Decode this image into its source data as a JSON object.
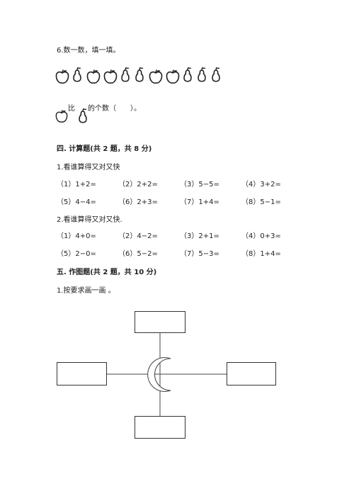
{
  "q6": {
    "title": "6.数一数，填一填。",
    "fruit_row": [
      "apple",
      "pear",
      "apple",
      "apple",
      "pear",
      "pear",
      "apple",
      "apple",
      "pear",
      "pear",
      "pear"
    ],
    "compare_bi": "比",
    "compare_tail": "的个数（　　）。"
  },
  "section4": {
    "heading": "四. 计算题(共 2 题，共 8 分)",
    "q1": {
      "title": "1.看谁算得又对又快",
      "rows": [
        [
          "（1）1+2=",
          "（2）2+2=",
          "（3）5−5=",
          "（4）3+2="
        ],
        [
          "（5）4−4=",
          "（6）2+3=",
          "（7）1+4=",
          "（8）5−1="
        ]
      ]
    },
    "q2": {
      "title": "2.看谁算得又对又快.",
      "rows": [
        [
          "（1）4+0=",
          "（2）4−2=",
          "（3）2+1=",
          "（4）0+3="
        ],
        [
          "（5）2−0=",
          "（6）5−2=",
          "（7）5−3=",
          "（8）1+4="
        ]
      ]
    }
  },
  "section5": {
    "heading": "五. 作图题(共 2 题，共 10 分)",
    "q1": {
      "title": "1.按要求画一画 。"
    }
  }
}
